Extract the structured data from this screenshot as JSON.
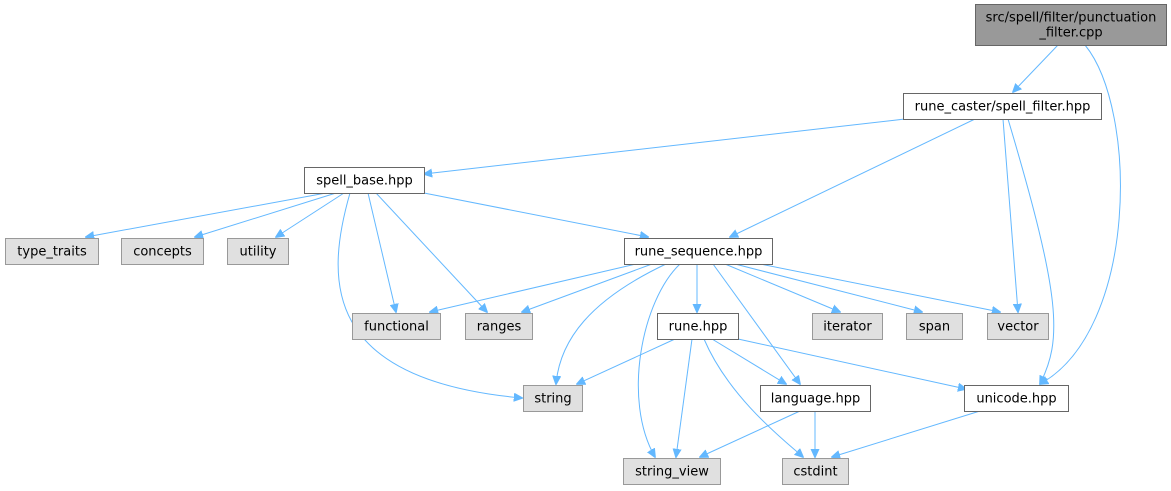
{
  "colors": {
    "edge": "#63b8ff",
    "node_root_fill": "#999999",
    "node_root_stroke": "#666666",
    "node_file_fill": "#ffffff",
    "node_file_stroke": "#666666",
    "node_system_fill": "#e0e0e0",
    "node_system_stroke": "#999999"
  },
  "graph": {
    "nodes": [
      {
        "id": "punctuation_filter",
        "label_lines": [
          "src/spell/filter/punctuation",
          "_filter.cpp"
        ],
        "kind": "root"
      },
      {
        "id": "spell_filter",
        "label_lines": [
          "rune_caster/spell_filter.hpp"
        ],
        "kind": "file"
      },
      {
        "id": "spell_base",
        "label_lines": [
          "spell_base.hpp"
        ],
        "kind": "file"
      },
      {
        "id": "rune_sequence",
        "label_lines": [
          "rune_sequence.hpp"
        ],
        "kind": "file"
      },
      {
        "id": "rune",
        "label_lines": [
          "rune.hpp"
        ],
        "kind": "file"
      },
      {
        "id": "language",
        "label_lines": [
          "language.hpp"
        ],
        "kind": "file"
      },
      {
        "id": "unicode",
        "label_lines": [
          "unicode.hpp"
        ],
        "kind": "file"
      },
      {
        "id": "type_traits",
        "label_lines": [
          "type_traits"
        ],
        "kind": "system"
      },
      {
        "id": "concepts",
        "label_lines": [
          "concepts"
        ],
        "kind": "system"
      },
      {
        "id": "utility",
        "label_lines": [
          "utility"
        ],
        "kind": "system"
      },
      {
        "id": "functional",
        "label_lines": [
          "functional"
        ],
        "kind": "system"
      },
      {
        "id": "ranges",
        "label_lines": [
          "ranges"
        ],
        "kind": "system"
      },
      {
        "id": "iterator",
        "label_lines": [
          "iterator"
        ],
        "kind": "system"
      },
      {
        "id": "span",
        "label_lines": [
          "span"
        ],
        "kind": "system"
      },
      {
        "id": "vector",
        "label_lines": [
          "vector"
        ],
        "kind": "system"
      },
      {
        "id": "string",
        "label_lines": [
          "string"
        ],
        "kind": "system"
      },
      {
        "id": "string_view",
        "label_lines": [
          "string_view"
        ],
        "kind": "system"
      },
      {
        "id": "cstdint",
        "label_lines": [
          "cstdint"
        ],
        "kind": "system"
      }
    ],
    "edges": [
      {
        "from": "punctuation_filter",
        "to": "spell_filter"
      },
      {
        "from": "punctuation_filter",
        "to": "unicode"
      },
      {
        "from": "spell_filter",
        "to": "spell_base"
      },
      {
        "from": "spell_filter",
        "to": "rune_sequence"
      },
      {
        "from": "spell_filter",
        "to": "vector"
      },
      {
        "from": "spell_filter",
        "to": "unicode"
      },
      {
        "from": "spell_base",
        "to": "type_traits"
      },
      {
        "from": "spell_base",
        "to": "concepts"
      },
      {
        "from": "spell_base",
        "to": "utility"
      },
      {
        "from": "spell_base",
        "to": "functional"
      },
      {
        "from": "spell_base",
        "to": "ranges"
      },
      {
        "from": "spell_base",
        "to": "string"
      },
      {
        "from": "spell_base",
        "to": "rune_sequence"
      },
      {
        "from": "rune_sequence",
        "to": "functional"
      },
      {
        "from": "rune_sequence",
        "to": "ranges"
      },
      {
        "from": "rune_sequence",
        "to": "string"
      },
      {
        "from": "rune_sequence",
        "to": "string_view"
      },
      {
        "from": "rune_sequence",
        "to": "rune"
      },
      {
        "from": "rune_sequence",
        "to": "language"
      },
      {
        "from": "rune_sequence",
        "to": "iterator"
      },
      {
        "from": "rune_sequence",
        "to": "span"
      },
      {
        "from": "rune_sequence",
        "to": "vector"
      },
      {
        "from": "rune",
        "to": "string"
      },
      {
        "from": "rune",
        "to": "string_view"
      },
      {
        "from": "rune",
        "to": "cstdint"
      },
      {
        "from": "rune",
        "to": "language"
      },
      {
        "from": "rune",
        "to": "unicode"
      },
      {
        "from": "language",
        "to": "string_view"
      },
      {
        "from": "language",
        "to": "cstdint"
      },
      {
        "from": "unicode",
        "to": "cstdint"
      }
    ]
  }
}
